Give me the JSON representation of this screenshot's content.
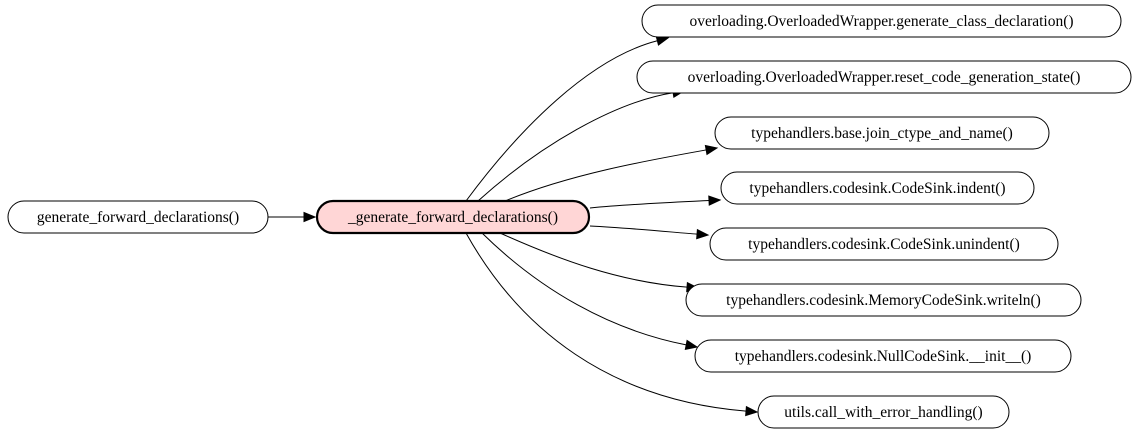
{
  "graph": {
    "caller": {
      "id": "caller",
      "label": "generate_forward_declarations()"
    },
    "focus": {
      "id": "focus",
      "label": "_generate_forward_declarations()",
      "fill": "#ffd6d6"
    },
    "callees": [
      {
        "id": "c1",
        "label": "overloading.OverloadedWrapper.generate_class_declaration()"
      },
      {
        "id": "c2",
        "label": "overloading.OverloadedWrapper.reset_code_generation_state()"
      },
      {
        "id": "c3",
        "label": "typehandlers.base.join_ctype_and_name()"
      },
      {
        "id": "c4",
        "label": "typehandlers.codesink.CodeSink.indent()"
      },
      {
        "id": "c5",
        "label": "typehandlers.codesink.CodeSink.unindent()"
      },
      {
        "id": "c6",
        "label": "typehandlers.codesink.MemoryCodeSink.writeln()"
      },
      {
        "id": "c7",
        "label": "typehandlers.codesink.NullCodeSink.__init__()"
      },
      {
        "id": "c8",
        "label": "utils.call_with_error_handling()"
      }
    ],
    "edges": [
      {
        "from": "caller",
        "to": "focus"
      },
      {
        "from": "focus",
        "to": "c1"
      },
      {
        "from": "focus",
        "to": "c2"
      },
      {
        "from": "focus",
        "to": "c3"
      },
      {
        "from": "focus",
        "to": "c4"
      },
      {
        "from": "focus",
        "to": "c5"
      },
      {
        "from": "focus",
        "to": "c6"
      },
      {
        "from": "focus",
        "to": "c7"
      },
      {
        "from": "focus",
        "to": "c8"
      }
    ]
  }
}
